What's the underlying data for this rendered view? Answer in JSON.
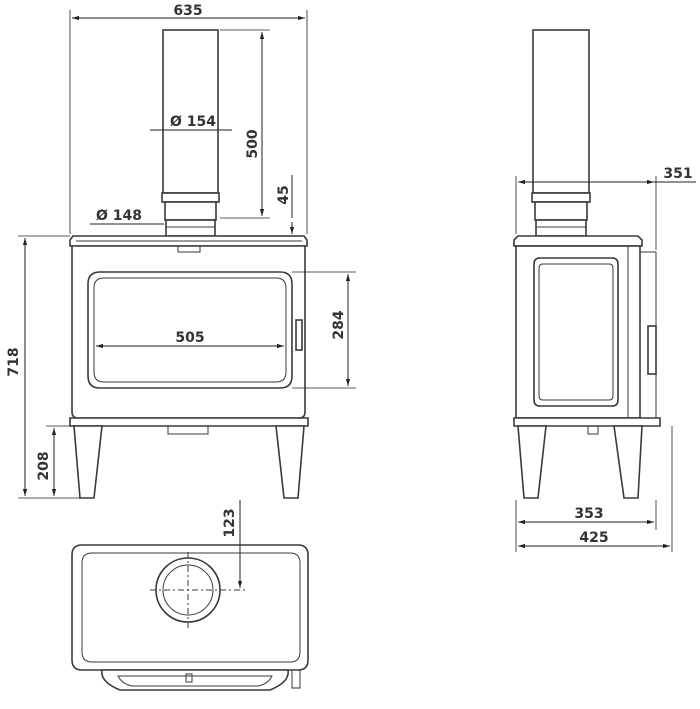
{
  "dimensions": {
    "front_width": "635",
    "flue_diameter": "Ø 154",
    "flue_height": "500",
    "collar_diameter": "Ø 148",
    "collar_height": "45",
    "window_height": "284",
    "window_width": "505",
    "total_height": "718",
    "leg_height": "208",
    "flue_offset": "123",
    "side_flue_depth": "351",
    "side_leg_depth": "353",
    "side_total_depth": "425"
  }
}
